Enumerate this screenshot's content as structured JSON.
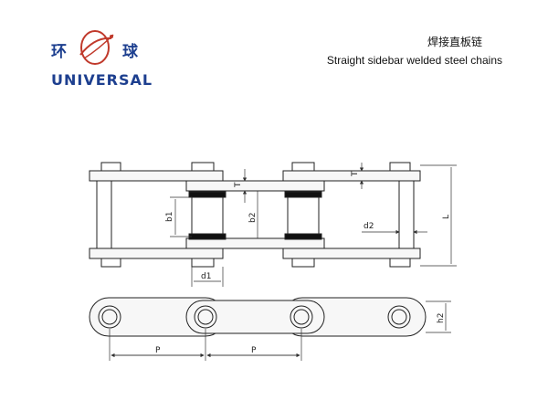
{
  "brand": {
    "cn_left": "环",
    "cn_right": "球",
    "name": "UNIVERSAL",
    "colors": {
      "text": "#1d3f8f",
      "ring": "#c0392b"
    }
  },
  "header": {
    "title_cn": "焊接直板链",
    "title_en": "Straight sidebar welded steel chains"
  },
  "dimensions": {
    "T": "T",
    "b1": "b1",
    "b2": "b2",
    "d1": "d1",
    "d2": "d2",
    "L": "L",
    "h2": "h2",
    "P": "P"
  }
}
